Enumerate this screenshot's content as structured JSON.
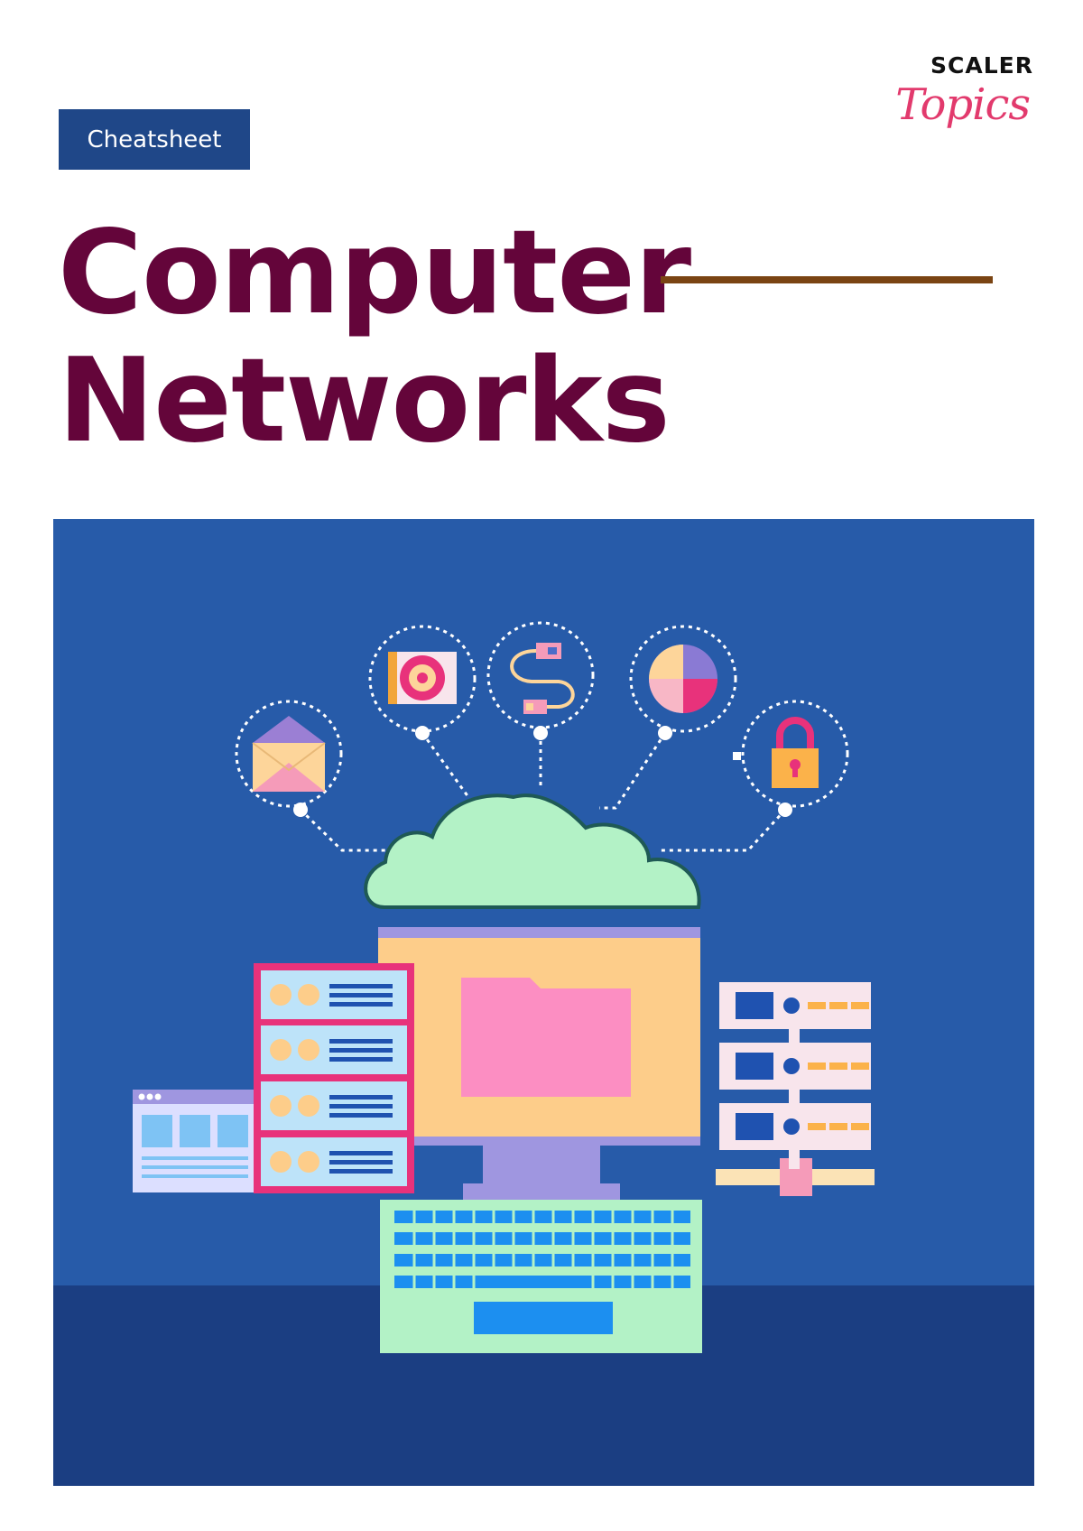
{
  "badge": {
    "label": "Cheatsheet"
  },
  "logo": {
    "line1": "SCALER",
    "line2": "Topics"
  },
  "title": {
    "line1": "Computer",
    "line2": "Networks"
  },
  "colors": {
    "badge_bg": "#1f4788",
    "title": "#64053a",
    "rule": "#7a4413",
    "panel_bg": "#275ba9",
    "panel_floor": "#1b3e82",
    "logo_accent": "#e23a6d"
  },
  "illustration": {
    "icons": [
      "mail-icon",
      "disc-icon",
      "cable-icon",
      "pie-chart-icon",
      "lock-icon",
      "cloud-icon",
      "monitor-icon",
      "folder-icon",
      "server-rack-icon",
      "browser-window-icon",
      "server-stack-icon",
      "keyboard-icon"
    ]
  }
}
